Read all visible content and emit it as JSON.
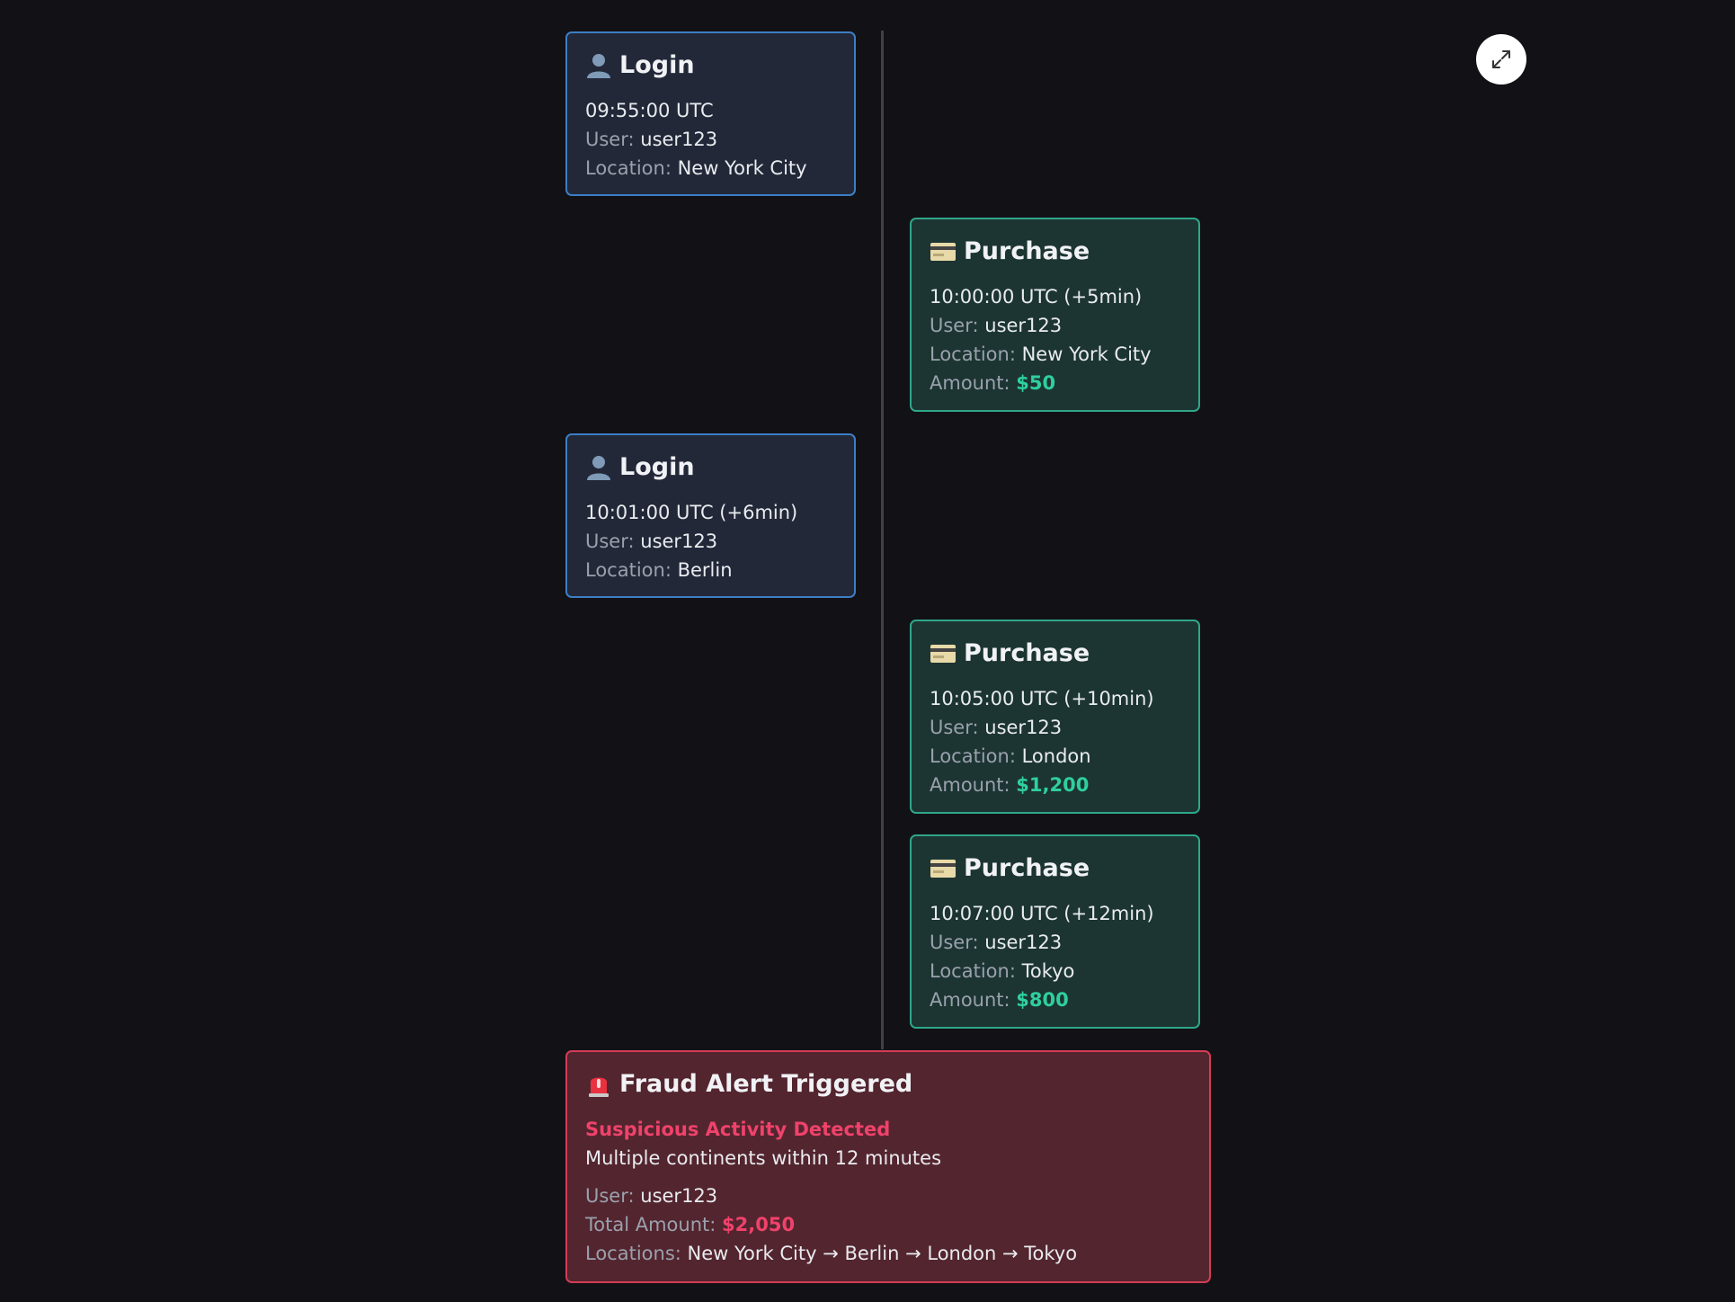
{
  "events": [
    {
      "type": "login",
      "title": "Login",
      "icon": "user-icon",
      "time": "09:55:00 UTC",
      "user_label": "User:",
      "user": "user123",
      "location_label": "Location:",
      "location": "New York City"
    },
    {
      "type": "purchase",
      "title": "Purchase",
      "icon": "credit-card-icon",
      "time": "10:00:00 UTC (+5min)",
      "user_label": "User:",
      "user": "user123",
      "location_label": "Location:",
      "location": "New York City",
      "amount_label": "Amount:",
      "amount": "$50"
    },
    {
      "type": "login",
      "title": "Login",
      "icon": "user-icon",
      "time": "10:01:00 UTC (+6min)",
      "user_label": "User:",
      "user": "user123",
      "location_label": "Location:",
      "location": "Berlin"
    },
    {
      "type": "purchase",
      "title": "Purchase",
      "icon": "credit-card-icon",
      "time": "10:05:00 UTC (+10min)",
      "user_label": "User:",
      "user": "user123",
      "location_label": "Location:",
      "location": "London",
      "amount_label": "Amount:",
      "amount": "$1,200"
    },
    {
      "type": "purchase",
      "title": "Purchase",
      "icon": "credit-card-icon",
      "time": "10:07:00 UTC (+12min)",
      "user_label": "User:",
      "user": "user123",
      "location_label": "Location:",
      "location": "Tokyo",
      "amount_label": "Amount:",
      "amount": "$800"
    }
  ],
  "alert": {
    "title": "Fraud Alert Triggered",
    "icon": "siren-icon",
    "subtitle": "Suspicious Activity Detected",
    "description": "Multiple continents within 12 minutes",
    "user_label": "User:",
    "user": "user123",
    "total_label": "Total Amount:",
    "total": "$2,050",
    "locations_label": "Locations:",
    "locations": "New York City → Berlin → London → Tokyo"
  },
  "controls": {
    "expand_icon": "expand-icon"
  },
  "colors": {
    "background": "#121116",
    "login_border": "#3d7ec4",
    "purchase_border": "#2fa68a",
    "alert_border": "#d43c55",
    "amount_green": "#2fcf9e",
    "alert_red": "#f0426b"
  }
}
